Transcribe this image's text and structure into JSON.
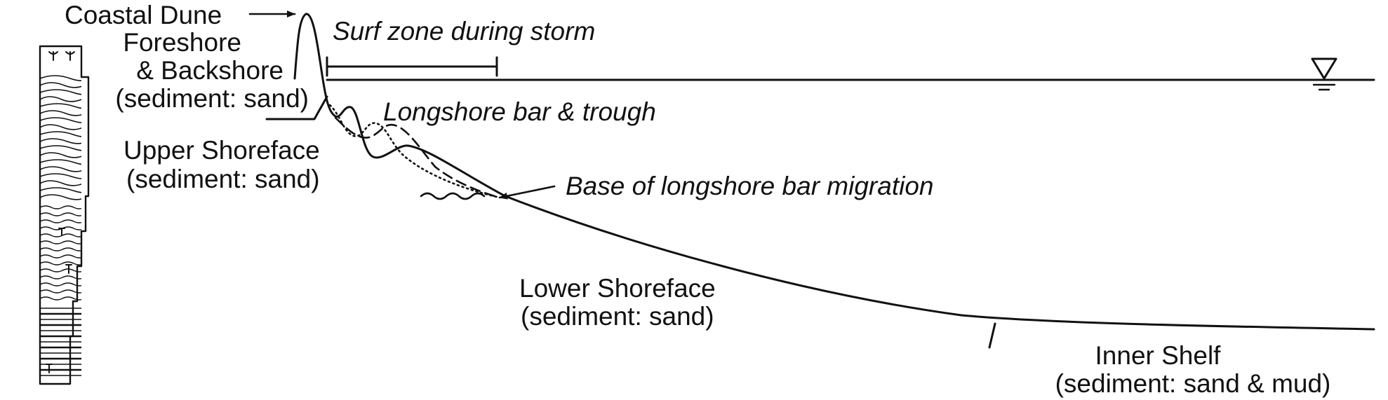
{
  "labels": {
    "coastal_dune": "Coastal Dune",
    "foreshore_line1": "Foreshore",
    "foreshore_line2": "& Backshore",
    "foreshore_line3": "(sediment: sand)",
    "upper_line1": "Upper Shoreface",
    "upper_line2": "(sediment: sand)",
    "lower_line1": "Lower Shoreface",
    "lower_line2": "(sediment: sand)",
    "inner_line1": "Inner Shelf",
    "inner_line2": "(sediment: sand & mud)"
  },
  "annotations": {
    "surf_zone": "Surf zone during storm",
    "longshore_bar": "Longshore bar & trough",
    "base_migration": "Base of longshore bar migration"
  },
  "symbols": {
    "water_level": "water-level-triangle-icon",
    "roots": "root-trace-icon"
  },
  "colors": {
    "ink": "#111111",
    "background": "#ffffff"
  }
}
